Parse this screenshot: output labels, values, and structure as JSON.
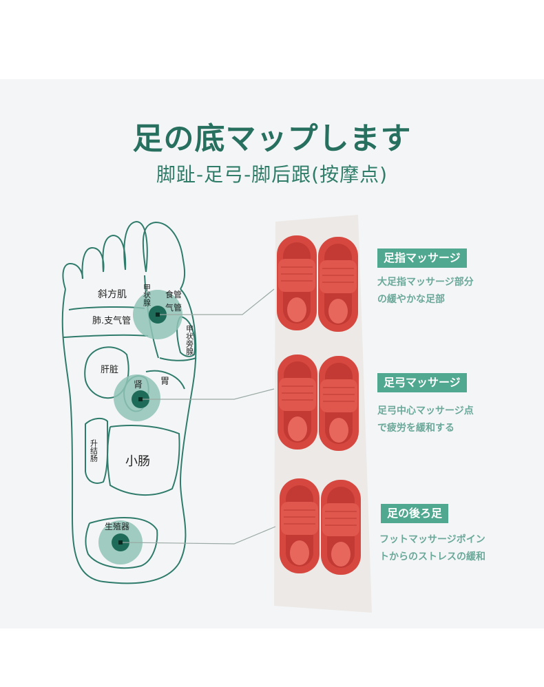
{
  "page": {
    "title": "足の底マップします",
    "subtitle": "脚趾-足弓-脚后跟(按摩点)"
  },
  "foot_map": {
    "labels": {
      "trapezius": "斜方肌",
      "thyroid": "甲状腺",
      "esophagus": "食管",
      "trachea": "气管",
      "lung_bronchus": "肺.支气管",
      "parathyroid": "甲状旁腺",
      "liver": "肝脏",
      "kidney": "肾",
      "stomach": "胃",
      "ascending_colon": "升结肠",
      "small_intestine": "小肠",
      "reproductive": "生殖器"
    }
  },
  "sections": [
    {
      "tag": "足指マッサージ",
      "desc_line1": "大足指マッサージ部分",
      "desc_line2": "の緩やかな足部"
    },
    {
      "tag": "足弓マッサージ",
      "desc_line1": "足弓中心マッサージ点",
      "desc_line2": "で疲労を緩和する"
    },
    {
      "tag": "足の後ろ足",
      "desc_line1": "フットマッサージポイン",
      "desc_line2": "トからのストレスの緩和"
    }
  ],
  "colors": {
    "accent": "#27705f",
    "foot_outline": "#2e7b6b",
    "point_halo": "#8fc3b6",
    "point_core": "#1f6b5a",
    "slipper": "#d6483f",
    "tag_bg": "#4fa88f"
  }
}
